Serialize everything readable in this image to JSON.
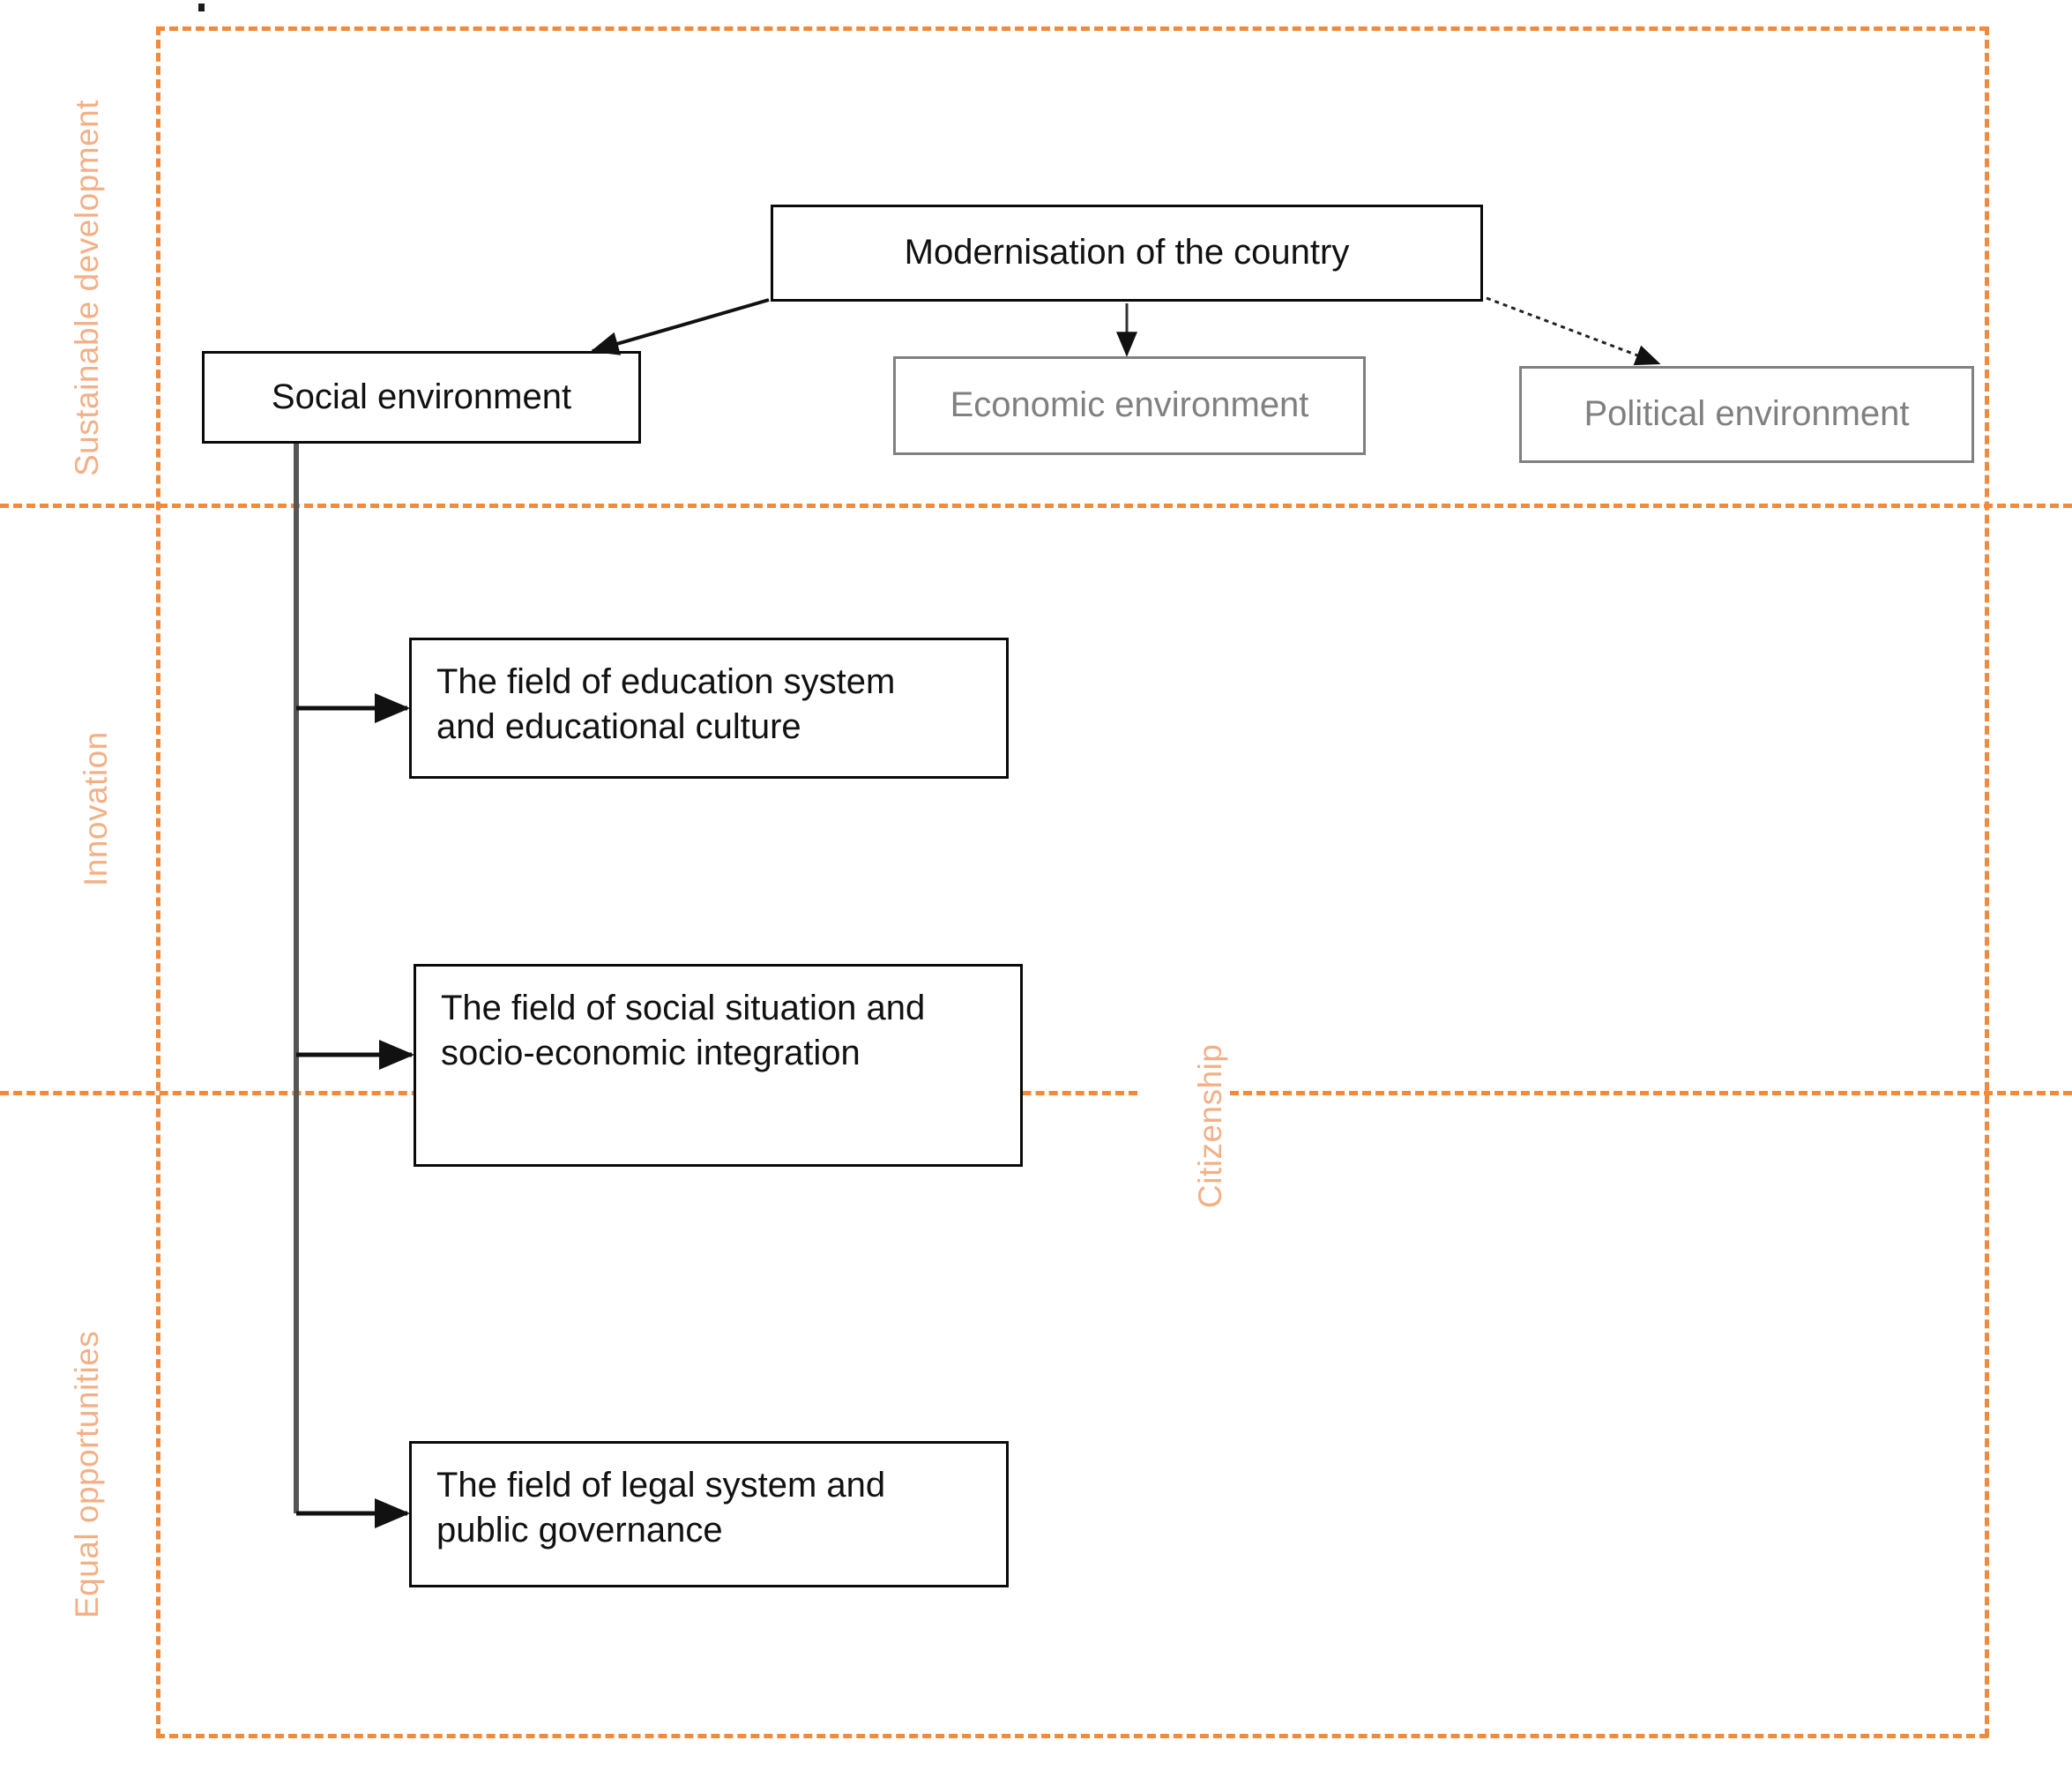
{
  "diagram": {
    "title_dot": "",
    "accent_color": "#F28A3C",
    "band_label_color": "#F3B087",
    "muted_color": "#808080",
    "bands": [
      {
        "id": "sustainable-development",
        "label": "Sustainable development"
      },
      {
        "id": "innovation",
        "label": "Innovation"
      },
      {
        "id": "equal-opportunities",
        "label": "Equal opportunities"
      },
      {
        "id": "citizenship",
        "label": "Citizenship"
      }
    ],
    "nodes": {
      "modernisation": {
        "label": "Modernisation of the country",
        "style": "strong"
      },
      "social_environment": {
        "label": "Social environment",
        "style": "strong"
      },
      "economic_environment": {
        "label": "Economic environment",
        "style": "muted"
      },
      "political_environment": {
        "label": "Political environment",
        "style": "muted"
      },
      "field_education": {
        "line1": "The field of education system",
        "line2": "and educational culture",
        "style": "strong"
      },
      "field_social": {
        "line1": "The field of social situation and",
        "line2": "socio-economic integration",
        "style": "strong"
      },
      "field_legal": {
        "line1": "The field of legal system and",
        "line2": "public governance",
        "style": "strong"
      }
    },
    "edges": [
      {
        "from": "modernisation",
        "to": "social_environment",
        "style": "solid-arrow"
      },
      {
        "from": "modernisation",
        "to": "economic_environment",
        "style": "solid-arrow"
      },
      {
        "from": "modernisation",
        "to": "political_environment",
        "style": "dotted-arrow"
      },
      {
        "from": "social_environment",
        "to": "field_education",
        "style": "elbow-arrow"
      },
      {
        "from": "social_environment",
        "to": "field_social",
        "style": "elbow-arrow"
      },
      {
        "from": "social_environment",
        "to": "field_legal",
        "style": "elbow-arrow"
      }
    ]
  }
}
